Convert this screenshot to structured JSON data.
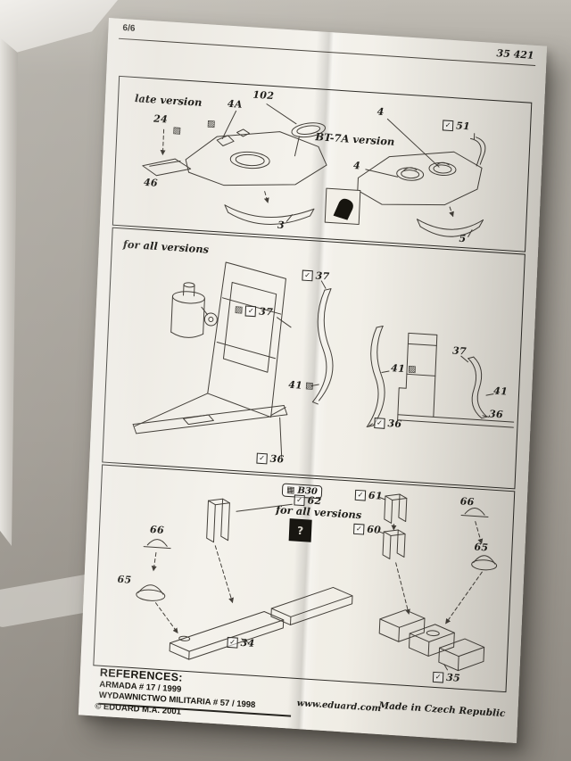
{
  "meta": {
    "page_number": "6/6",
    "sheet_number": "35 421"
  },
  "icons": {
    "check": "✓",
    "pe_part": "▨",
    "pe_sheet": "▦",
    "question": "?"
  },
  "panel1": {
    "title": "late version",
    "bt7a_title": "BT-7A version",
    "parts": {
      "p24": "24",
      "p46": "46",
      "p4a": "4A",
      "p102": "102",
      "p3": "3",
      "p4_top": "4",
      "p4_side": "4",
      "p51": "51",
      "p5": "5"
    }
  },
  "panel2": {
    "title": "for all versions",
    "parts": {
      "p37_top": "37",
      "p37_left": "37",
      "p41_left": "41",
      "p41_right": "41",
      "p36_right": "36",
      "p36_bottom": "36",
      "p37_side": "37",
      "p41_side": "41",
      "p36_side": "36"
    }
  },
  "panel3": {
    "fret_label": "B30",
    "title": "for all versions",
    "parts": {
      "p62": "62",
      "p66_left": "66",
      "p65_left": "65",
      "p34": "34",
      "p61": "61",
      "p60": "60",
      "p66_right": "66",
      "p65_right": "65",
      "p35": "35"
    }
  },
  "footer": {
    "references_title": "REFERENCES:",
    "references": [
      "ARMADA  # 17 / 1999",
      "WYDAWNICTWO MILITARIA  # 57 / 1998"
    ],
    "website": "www.eduard.com",
    "made_in": "Made in Czech Republic",
    "copyright": "© EDUARD M.A. 2001"
  }
}
